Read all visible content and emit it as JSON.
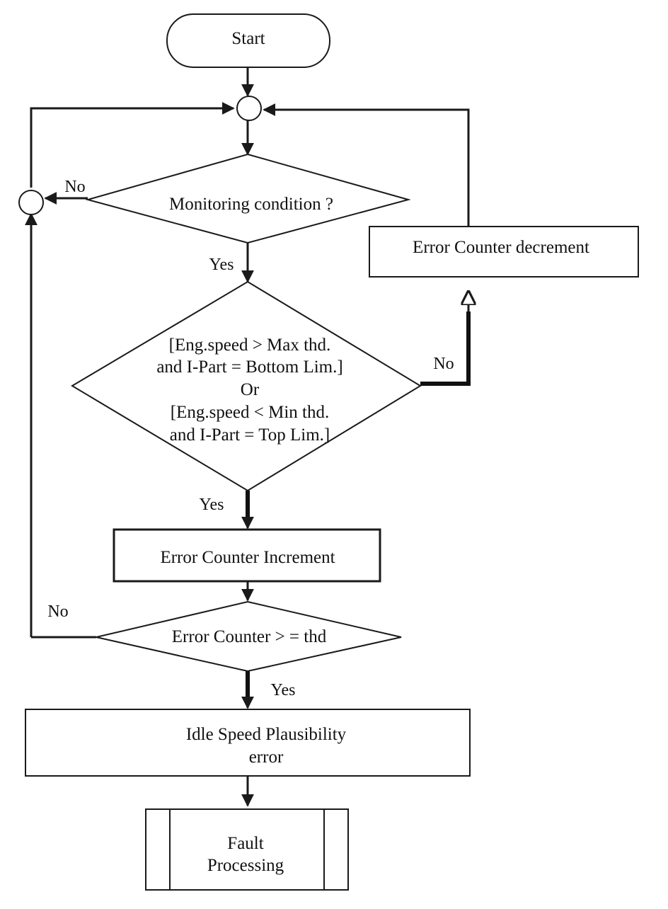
{
  "nodes": {
    "start": "Start",
    "monitoring": "Monitoring condition ?",
    "condition": [
      "[Eng.speed > Max thd.",
      "and I-Part = Bottom Lim.]",
      "Or",
      "[Eng.speed < Min thd.",
      "and I-Part = Top Lim.]"
    ],
    "decrement": "Error Counter decrement",
    "increment": "Error Counter Increment",
    "threshold": "Error Counter > = thd",
    "plausibility": [
      "Idle Speed Plausibility",
      "error"
    ],
    "fault": [
      "Fault",
      "Processing"
    ]
  },
  "edges": {
    "monitoring_yes": "Yes",
    "monitoring_no": "No",
    "condition_yes": "Yes",
    "condition_no": "No",
    "threshold_yes": "Yes",
    "threshold_no": "No"
  }
}
